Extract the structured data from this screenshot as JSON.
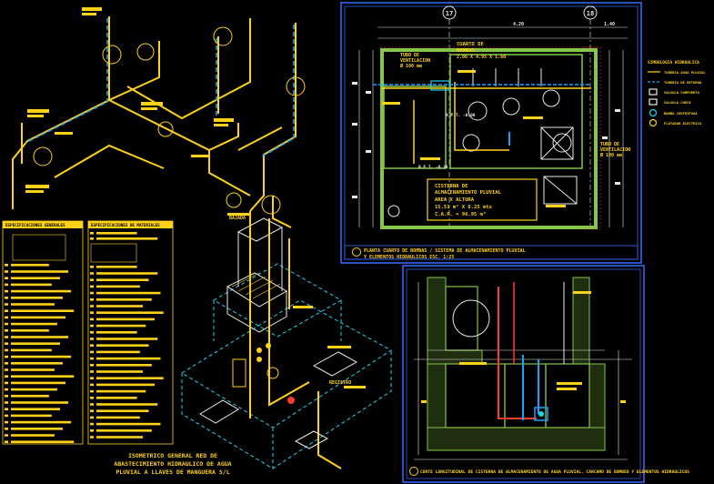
{
  "colors": {
    "background": "#000000",
    "pipe": "#ffd21a",
    "pipe_blue": "#19a3ff",
    "frame": "#3b6bff",
    "wall": "#86c44a",
    "text_yellow": "#ffd21a",
    "text_red": "#ff3b30",
    "dim_white": "#e8e8e8",
    "cyan": "#22d3ee"
  },
  "isometric_title": [
    "ISOMETRICO GENERAL RED DE",
    "ABASTECIMIENTO HIDRAULICO DE AGUA",
    "PLUVIAL A LLAVES DE MANGUERA S/L"
  ],
  "plan": {
    "axis_left": "17",
    "axis_right": "18",
    "dim_top": [
      "4.20",
      "1.40"
    ],
    "room_label_1": "CUARTO DE",
    "room_label_2": "BOMBAS",
    "room_dims": "2.86 X 4.95 X 1.60",
    "vent_label_1": "TUBO DE",
    "vent_label_2": "VENTILACION",
    "vent_diam": "Ø 100 mm",
    "cistern_1": "CISTERNA DE",
    "cistern_2": "ALMACENAMIENTO PLUVIAL",
    "cistern_3": "AREA   X  ALTURA",
    "cistern_4": "15.51 m² X 6.25 mts",
    "cistern_5": "C.A.P. = 96.95 m³",
    "npt_1": "N.P.T. -0.00",
    "npt_2": "N.P.T. -0.30",
    "caption_1": "PLANTA CUARTO DE BOMBAS / SISTEMA DE ALMACENAMIENTO PLUVIAL",
    "caption_2": "Y ELEMENTOS HIDRAULICOS ESC. 1:25"
  },
  "section": {
    "caption": "CORTE LONGITUDINAL DE CISTERNA DE ALMACENAMIENTO DE AGUA PLUVIAL, CARCAMO DE BOMBEO Y ELEMENTOS HIDRAULICOS"
  },
  "legend": {
    "title": "SIMBOLOGIA HIDRAULICA",
    "items": [
      "TUBERIA AGUA PLUVIAL",
      "TUBERIA DE RETORNO",
      "VALVULA COMPUERTA",
      "VALVULA CHECK",
      "BOMBA CENTRIFUGA",
      "FLOTADOR ELECTRICO"
    ]
  },
  "tables": {
    "left_header": "ESPECIFICACIONES GENERALES",
    "right_header": "ESPECIFICACIONES DE MATERIALES"
  },
  "labels": {
    "bajada": "BAJADA",
    "registro": "REGISTRO"
  }
}
